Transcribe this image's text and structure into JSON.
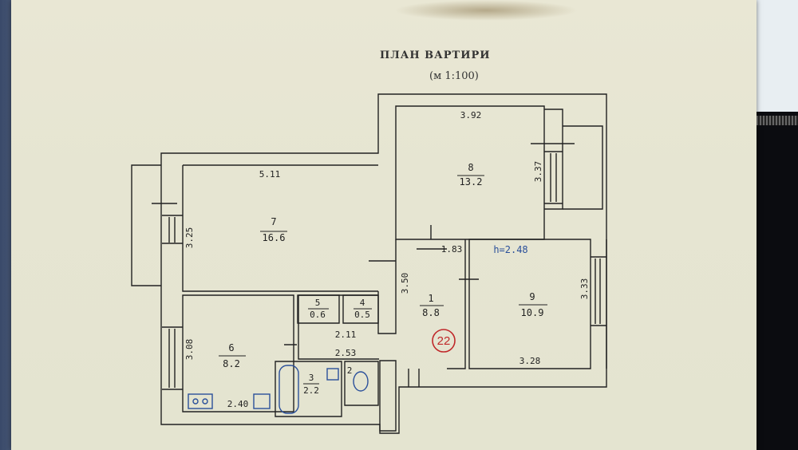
{
  "title": "ПЛАН   ВАРТИРИ",
  "scale": "(м 1:100)",
  "height_note": "h=2.48",
  "apartment_mark": "22",
  "rooms": [
    {
      "id": "7",
      "area": "16.6"
    },
    {
      "id": "8",
      "area": "13.2"
    },
    {
      "id": "1",
      "area": "8.8"
    },
    {
      "id": "9",
      "area": "10.9"
    },
    {
      "id": "6",
      "area": "8.2"
    },
    {
      "id": "5",
      "area": "0.6"
    },
    {
      "id": "4",
      "area": "0.5"
    },
    {
      "id": "3",
      "area": "2.2"
    },
    {
      "id": "2",
      "area": ""
    }
  ],
  "dimensions": {
    "room7_width": "5.11",
    "room7_depth": "3.25",
    "room8_width": "3.92",
    "room8_depth": "3.37",
    "hall_width": "1.83",
    "hall_depth": "3.50",
    "room9_depth": "3.33",
    "room9_width": "3.28",
    "room6_depth": "3.08",
    "room6_width": "2.40",
    "corridor_a": "2.11",
    "corridor_b": "2.53"
  },
  "colors": {
    "ink": "#222222",
    "blue_ink": "#2a4f9a",
    "red_ink": "#c0282a",
    "paper": "#e6e5d2"
  }
}
